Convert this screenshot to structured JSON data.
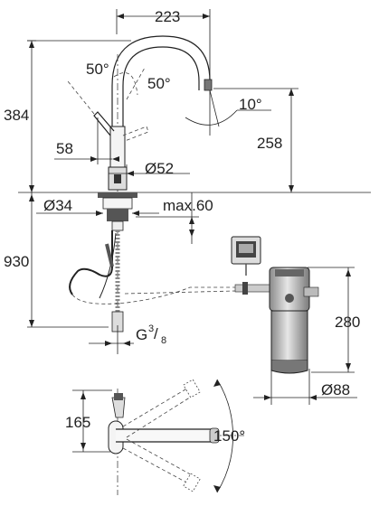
{
  "dimensions": {
    "top_width": "223",
    "spout_angle_left": "50°",
    "spout_angle_right": "50°",
    "total_height": "384",
    "aerator_angle": "10°",
    "spout_height": "258",
    "handle_offset": "58",
    "base_diameter": "Ø52",
    "hole_diameter": "Ø34",
    "max_thickness": "max.60",
    "hose_length": "930",
    "thread_label": "G",
    "thread_num": "3",
    "thread_den": "8",
    "filter_height": "280",
    "filter_diameter": "Ø88",
    "plan_depth": "165",
    "swivel_angle": "150°"
  },
  "colors": {
    "line": "#222222",
    "gray_fill": "#d8d8d8",
    "dark_fill": "#555555",
    "filter_gradient_light": "#e6e6e6",
    "filter_gradient_dark": "#8a8a8a"
  }
}
